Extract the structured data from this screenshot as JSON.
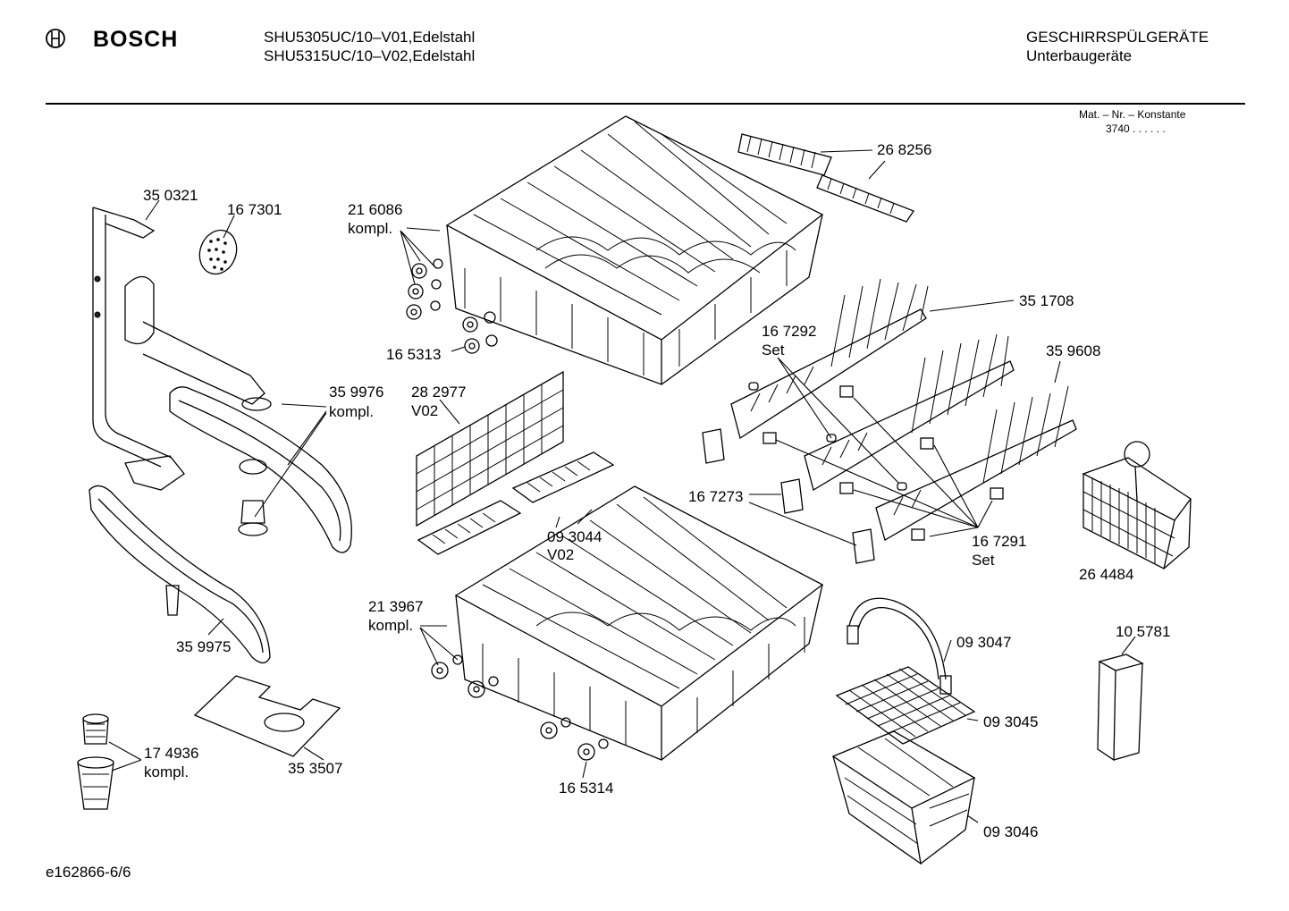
{
  "header": {
    "brand": "BOSCH",
    "models": [
      "SHU5305UC/10–V01,Edelstahl",
      "SHU5315UC/10–V02,Edelstahl"
    ],
    "category": "GESCHIRRSPÜLGERÄTE",
    "subcategory": "Unterbaugeräte"
  },
  "mat_info": {
    "title": "Mat. – Nr. – Konstante",
    "value": "3740  .  .    .  .  .  ."
  },
  "parts": [
    {
      "id": "p350321",
      "number": "35 0321",
      "note": ""
    },
    {
      "id": "p167301",
      "number": "16 7301",
      "note": ""
    },
    {
      "id": "p216086",
      "number": "21 6086",
      "note": "kompl."
    },
    {
      "id": "p268256",
      "number": "26 8256",
      "note": ""
    },
    {
      "id": "p165313",
      "number": "16 5313",
      "note": ""
    },
    {
      "id": "p351708",
      "number": "35 1708",
      "note": ""
    },
    {
      "id": "p167292",
      "number": "16 7292",
      "note": "Set"
    },
    {
      "id": "p359608",
      "number": "35 9608",
      "note": ""
    },
    {
      "id": "p359976",
      "number": "35 9976",
      "note": "kompl."
    },
    {
      "id": "p282977",
      "number": "28 2977",
      "note": "V02"
    },
    {
      "id": "p167273",
      "number": "16 7273",
      "note": ""
    },
    {
      "id": "p093044",
      "number": "09 3044",
      "note": "V02"
    },
    {
      "id": "p167291",
      "number": "16 7291",
      "note": "Set"
    },
    {
      "id": "p264484",
      "number": "26 4484",
      "note": ""
    },
    {
      "id": "p213967",
      "number": "21 3967",
      "note": "kompl."
    },
    {
      "id": "p105781",
      "number": "10 5781",
      "note": ""
    },
    {
      "id": "p093047",
      "number": "09 3047",
      "note": ""
    },
    {
      "id": "p359975",
      "number": "35 9975",
      "note": ""
    },
    {
      "id": "p093045",
      "number": "09 3045",
      "note": ""
    },
    {
      "id": "p174936",
      "number": "17 4936",
      "note": "kompl."
    },
    {
      "id": "p353507",
      "number": "35 3507",
      "note": ""
    },
    {
      "id": "p165314",
      "number": "16 5314",
      "note": ""
    },
    {
      "id": "p093046",
      "number": "09 3046",
      "note": ""
    }
  ],
  "footer": {
    "diagram_id": "e162866-6/6"
  }
}
